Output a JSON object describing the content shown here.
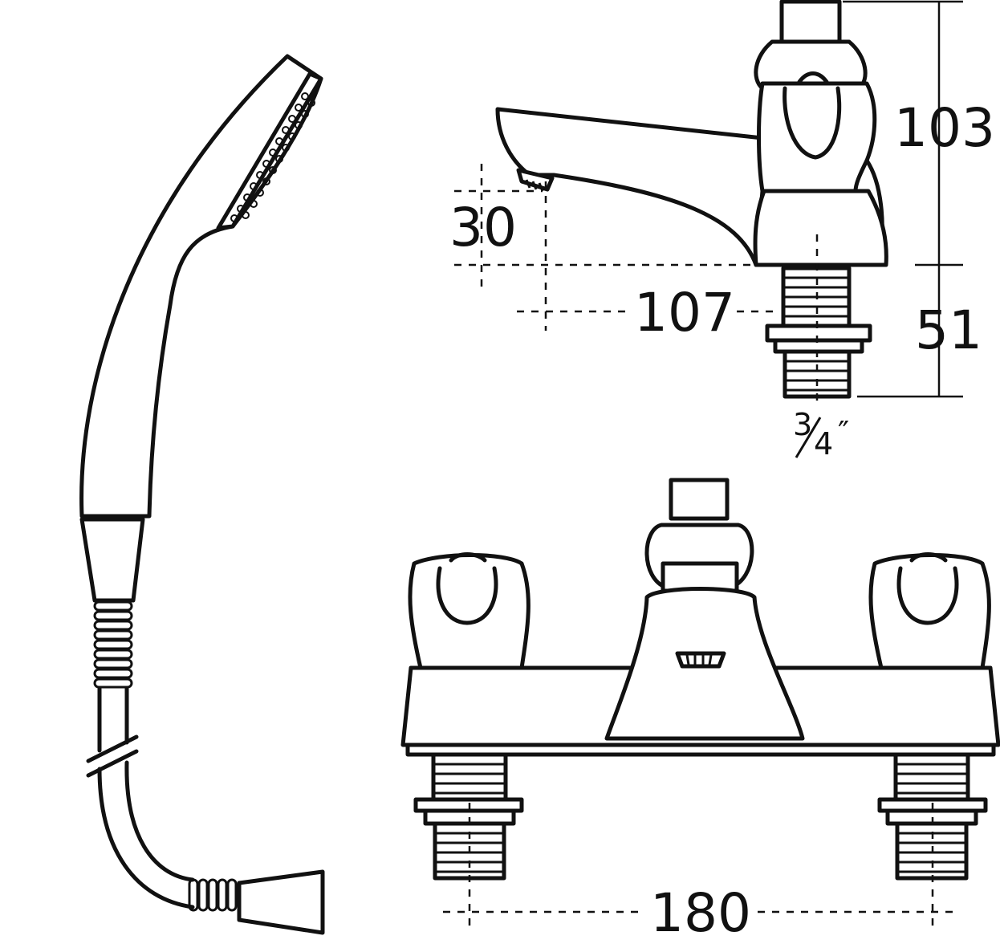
{
  "dimensions": {
    "height_upper": "103",
    "spout_drop": "30",
    "spout_reach": "107",
    "shank_length": "51",
    "centres": "180"
  },
  "thread_size": {
    "numerator": "3",
    "denominator": "4",
    "unit": "″"
  },
  "colors": {
    "ink": "#111111",
    "paper": "#ffffff"
  }
}
